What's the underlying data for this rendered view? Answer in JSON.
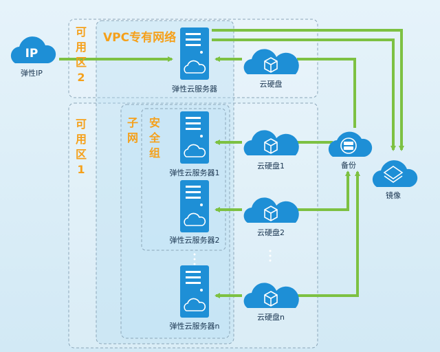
{
  "elastic_ip": {
    "title": "IP",
    "label": "弹性IP"
  },
  "zones": {
    "zone2_label": "可用区2",
    "zone1_label": "可用区1",
    "vpc_label": "VPC专有网络",
    "subnet_label": "子网",
    "security_group_label": "安全组"
  },
  "servers": [
    "弹性云服务器",
    "弹性云服务器1",
    "弹性云服务器2",
    "弹性云服务器n"
  ],
  "disks": [
    "云硬盘",
    "云硬盘1",
    "云硬盘2",
    "云硬盘n"
  ],
  "backup": {
    "label": "备份"
  },
  "image": {
    "label": "镜像"
  },
  "colors": {
    "arrow": "#7dc142",
    "server": "#1e8fd6",
    "cloud": "#1e8fd6",
    "orange": "#f5a01a",
    "zone_border": "#8aa5b8"
  }
}
